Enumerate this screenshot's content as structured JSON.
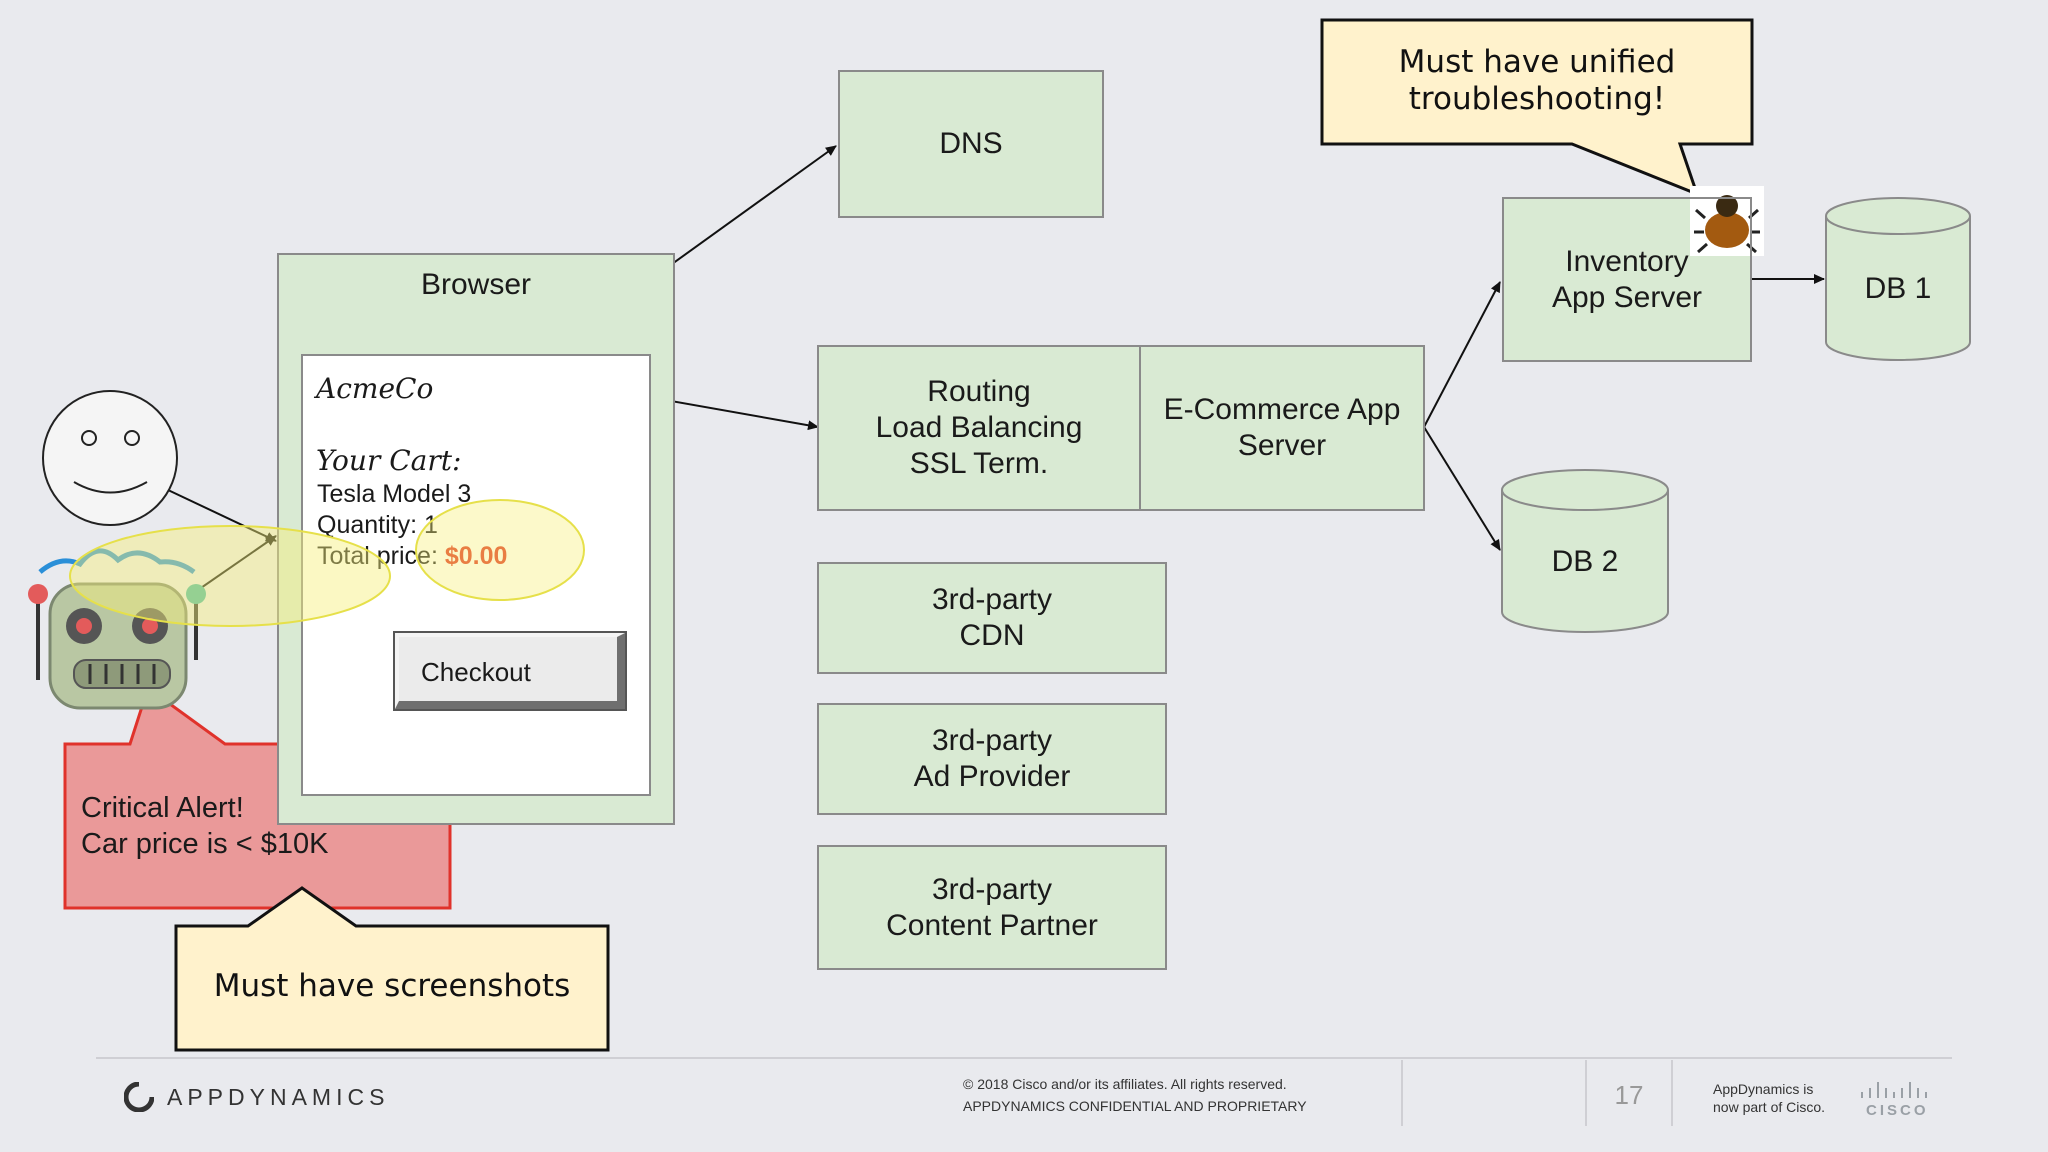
{
  "browser": {
    "title": "Browser",
    "page": {
      "logo": "AcmeCo",
      "cart_heading": "Your Cart:",
      "item": "Tesla Model 3",
      "quantity_label": "Quantity: 1",
      "price_label": "Total price: ",
      "price_value": "$0.00",
      "checkout_button": "Checkout"
    }
  },
  "nodes": {
    "dns": "DNS",
    "routing": "Routing\nLoad Balancing\nSSL Term.",
    "ecommerce": "E-Commerce App\nServer",
    "cdn": "3rd-party\nCDN",
    "ad_provider": "3rd-party\nAd Provider",
    "content_partner": "3rd-party\nContent Partner",
    "inventory": "Inventory\nApp Server",
    "db1": "DB 1",
    "db2": "DB 2"
  },
  "callouts": {
    "unified": "Must have unified\ntroubleshooting!",
    "alert": "Critical Alert!\nCar price is < $10K",
    "screenshots": "Must have screenshots"
  },
  "footer": {
    "brand": "APPDYNAMICS",
    "copyright_line1": "© 2018 Cisco and/or its affiliates. All rights reserved.",
    "copyright_line2": "APPDYNAMICS CONFIDENTIAL AND PROPRIETARY",
    "page_number": "17",
    "cisco_note": "AppDynamics is\nnow part of Cisco.",
    "cisco_logo_text": "CISCO"
  },
  "colors": {
    "node_fill": "#d9ead3",
    "callout_yellow": "#fff2cc",
    "alert_red": "#ea9999",
    "price_red": "#e0321e",
    "background": "#e9eaee"
  },
  "icons": [
    "smiley-face-icon",
    "robot-icon",
    "bug-icon",
    "appdynamics-logo-icon",
    "cisco-logo-icon"
  ]
}
